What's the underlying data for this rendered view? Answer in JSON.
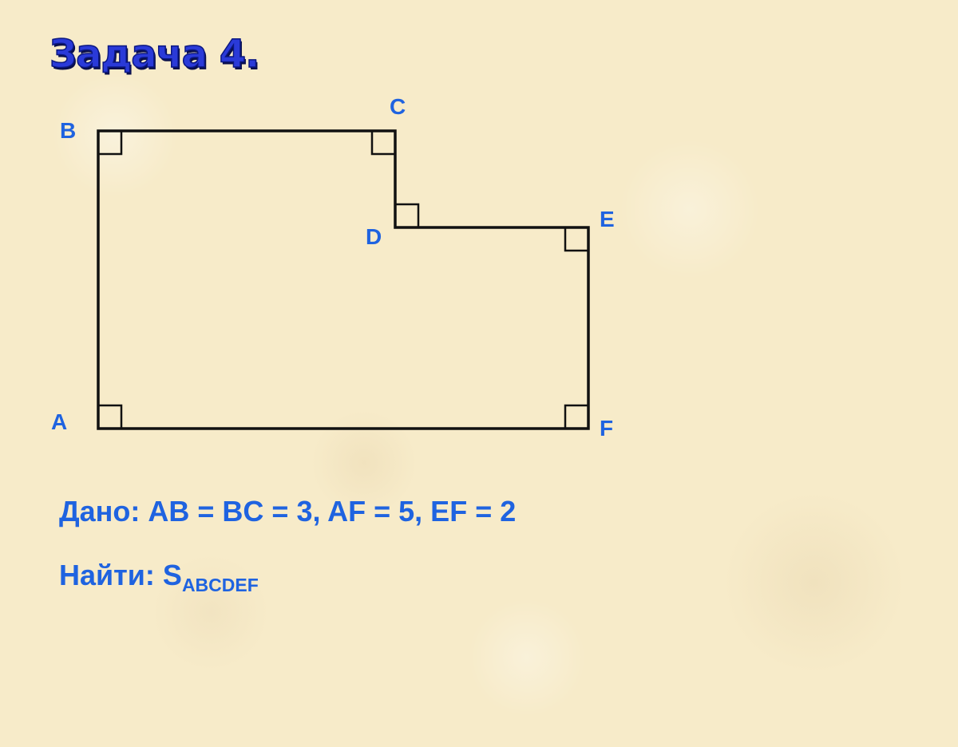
{
  "title": "Задача 4.",
  "vertices": [
    {
      "label": "A"
    },
    {
      "label": "B"
    },
    {
      "label": "C"
    },
    {
      "label": "D"
    },
    {
      "label": "E"
    },
    {
      "label": "F"
    }
  ],
  "given": {
    "prefix": "Дано:",
    "text": "AB = BC = 3, AF = 5, EF = 2"
  },
  "find": {
    "prefix": "Найти:",
    "symbol": "S",
    "subscript": "ABCDEF"
  },
  "colors": {
    "label_blue": "#1f63e0",
    "title_blue": "#2a3ad8",
    "figure_line": "#111111",
    "background": "#f7ebc9"
  }
}
